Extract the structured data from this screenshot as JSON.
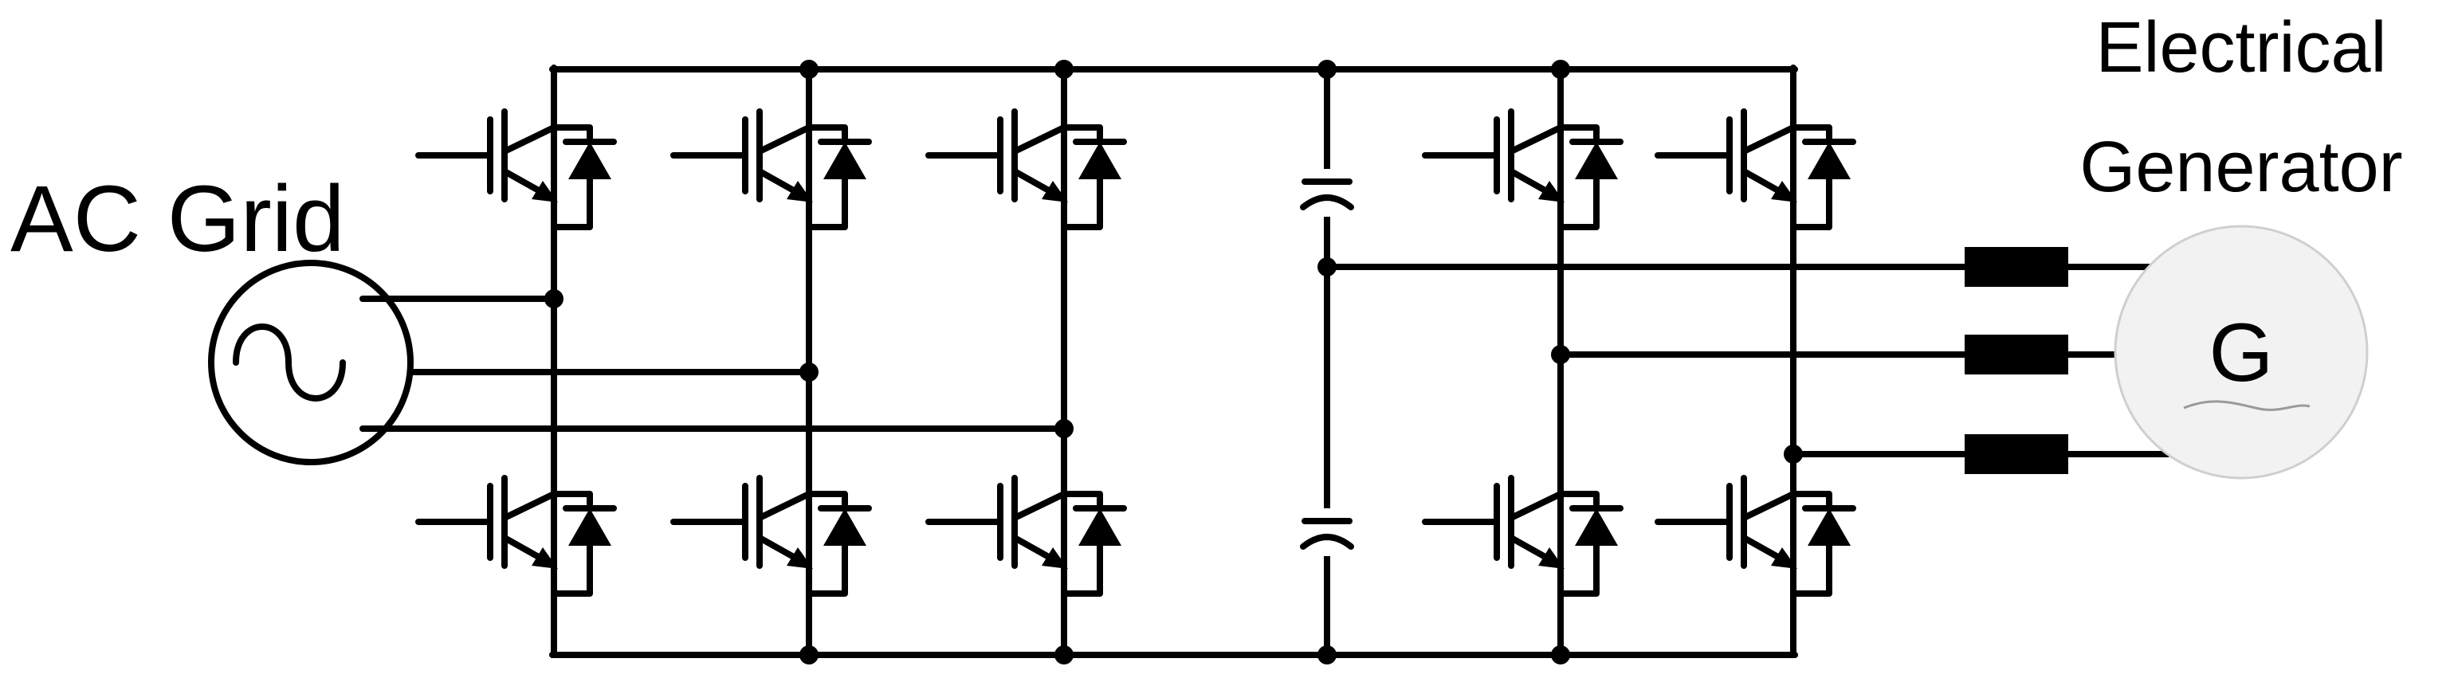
{
  "labels": {
    "ac_grid": "AC Grid",
    "generator_line1": "Electrical",
    "generator_line2": "Generator",
    "generator_symbol": "G"
  },
  "components": {
    "grid_side_legs": 3,
    "generator_side_legs": 2,
    "dc_link_capacitors": 2,
    "inductors": 3
  },
  "icons": {
    "ac_source": "sine-wave-source-icon",
    "switch": "igbt-with-diode-icon",
    "capacitor": "capacitor-icon",
    "inductor": "inductor-icon",
    "generator": "generator-circle-icon"
  },
  "colors": {
    "line": "#000000",
    "generator_fill": "#f2f2f2",
    "generator_stroke": "#cfcfcf"
  }
}
